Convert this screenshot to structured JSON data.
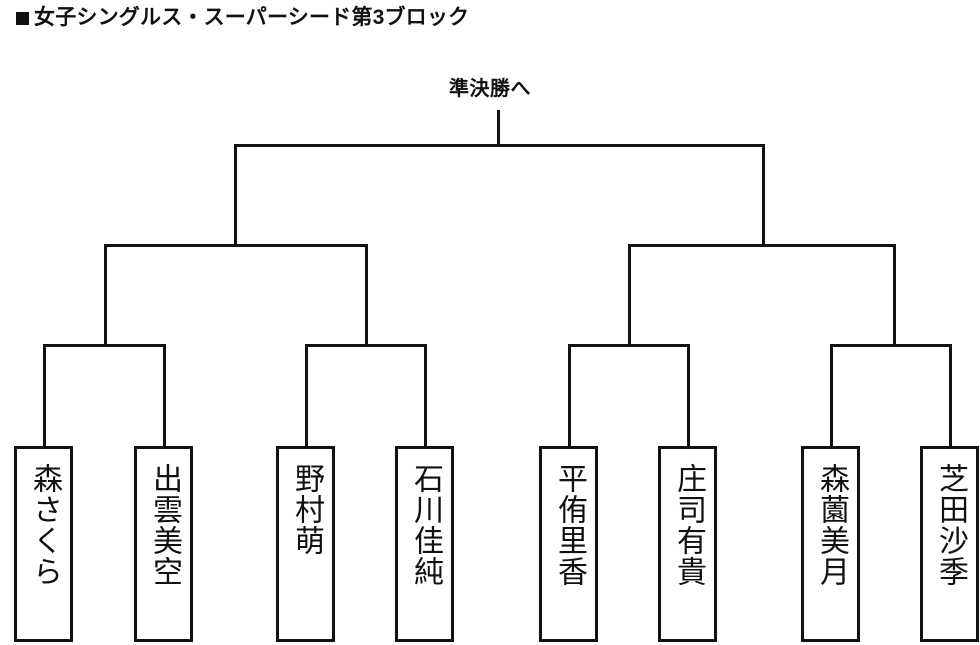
{
  "title": {
    "bullet": "■",
    "text": "女子シングルス・スーパーシード第3ブロック"
  },
  "destination_label": "準決勝へ",
  "bracket": {
    "type": "single-elimination",
    "rounds": 3,
    "line_color": "#111111",
    "background": "#ffffff",
    "players": [
      {
        "slot": 1,
        "name": "森さくら"
      },
      {
        "slot": 2,
        "name": "出雲美空"
      },
      {
        "slot": 3,
        "name": "野村萌"
      },
      {
        "slot": 4,
        "name": "石川佳純"
      },
      {
        "slot": 5,
        "name": "平侑里香"
      },
      {
        "slot": 6,
        "name": "庄司有貴"
      },
      {
        "slot": 7,
        "name": "森薗美月"
      },
      {
        "slot": 8,
        "name": "芝田沙季"
      }
    ],
    "matches_round1": [
      {
        "left": "森さくら",
        "right": "出雲美空"
      },
      {
        "left": "野村萌",
        "right": "石川佳純"
      },
      {
        "left": "平侑里香",
        "right": "庄司有貴"
      },
      {
        "left": "森薗美月",
        "right": "芝田沙季"
      }
    ],
    "matches_round2": [
      {
        "left_match": 1,
        "right_match": 2
      },
      {
        "left_match": 3,
        "right_match": 4
      }
    ],
    "matches_round3": [
      {
        "left_match": 1,
        "right_match": 2
      }
    ]
  }
}
